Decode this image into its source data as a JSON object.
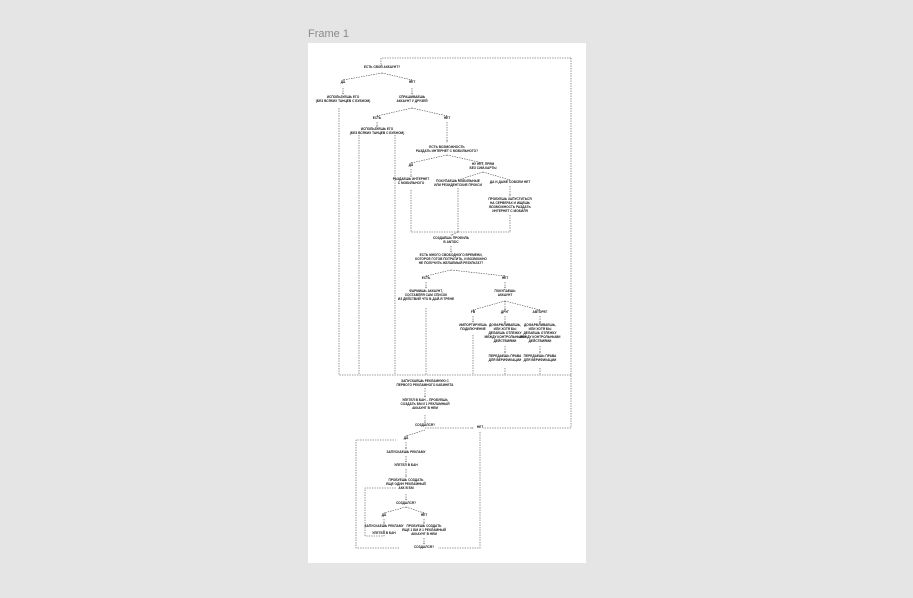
{
  "canvas": {
    "frame_title": "Frame 1"
  },
  "nodes": [
    {
      "id": "q_own",
      "lines": [
        "ЕСТЬ СВОЙ АККАУНТ?"
      ]
    },
    {
      "id": "yes_1",
      "lines": [
        "ДА"
      ]
    },
    {
      "id": "no_1",
      "lines": [
        "НЕТ"
      ]
    },
    {
      "id": "use_it_1",
      "lines": [
        "ИСПОЛЬЗУЕШЬ ЕГО",
        "(БЕЗ ВСЯКИХ ТАНЦЕВ С БУБНОМ)"
      ]
    },
    {
      "id": "ask_friend",
      "lines": [
        "СПРАШИВАЕШЬ",
        "АККАУНТ У ДРУЗЕЙ"
      ]
    },
    {
      "id": "have_1",
      "lines": [
        "ЕСТЬ"
      ]
    },
    {
      "id": "no_2",
      "lines": [
        "НЕТ"
      ]
    },
    {
      "id": "use_it_2",
      "lines": [
        "ИСПОЛЬЗУЕШЬ ЕГО",
        "(БЕЗ ВСЯКИХ ТАНЦЕВ С БУБНОМ)"
      ]
    },
    {
      "id": "q_share",
      "lines": [
        "ЕСТЬ ВОЗМОЖНОСТЬ",
        "РАЗДАТЬ ИНТЕРНЕТ С МОБИЛЬНОГО?"
      ]
    },
    {
      "id": "yes_2",
      "lines": [
        "ДА"
      ]
    },
    {
      "id": "no_sim",
      "lines": [
        "НУ НЕТ, ПРЯМ",
        "БЕЗ СИМ-КАРТЫ"
      ]
    },
    {
      "id": "share_net",
      "lines": [
        "РАЗДАЕШЬ ИНТЕРНЕТ",
        "С МОБИЛЬНОГО"
      ]
    },
    {
      "id": "buy_proxy",
      "lines": [
        "ПОКУПАЕШЬ МОБИЛЬНЫЕ",
        "ИЛИ РЕЗИДЕНТСКИЕ ПРОКСИ"
      ]
    },
    {
      "id": "yes_no",
      "lines": [
        "ДА И ДАЖЕ СОВСЕМ НЕТ"
      ]
    },
    {
      "id": "try_server",
      "lines": [
        "ПРОБУЕШЬ ЗАПУСТИТЬСЯ",
        "НА СЕРВЕРАХ И ИЩЕШЬ",
        "ВОЗМОЖНОСТЬ РАЗДАТЬ",
        "ИНТЕРНЕТ С МОБИЛЯ"
      ]
    },
    {
      "id": "create_profile",
      "lines": [
        "СОЗДАЕШЬ ПРОФИЛЬ",
        "В ANTIDC"
      ]
    },
    {
      "id": "q_time",
      "lines": [
        "ЕСТЬ МНОГО СВОБОДНОГО ВРЕМЕНИ,",
        "КОТОРОЕ ГОТОВ ПОТРАТИТЬ, И ВОЗМОЖНО",
        "НЕ ПОЛУЧИТЬ ЖЕЛАЕМЫЙ РЕЗУЛЬТАТ?"
      ]
    },
    {
      "id": "have_2",
      "lines": [
        "ЕСТЬ"
      ]
    },
    {
      "id": "no_3",
      "lines": [
        "НЕТ"
      ]
    },
    {
      "id": "farm",
      "lines": [
        "ФАРМИШЬ АККАУНТ,",
        "СОСТАВЛЯЯ САМ СПИСОК",
        "ИЗ ДЕЙСТВИЙ ЧТО В ДАЙ-Я ТРЕНЕ"
      ]
    },
    {
      "id": "buy_acc",
      "lines": [
        "ПОКУПАЕШЬ",
        "АККАУНТ"
      ]
    },
    {
      "id": "q_fb",
      "lines": [
        "FB"
      ]
    },
    {
      "id": "q_other",
      "lines": [
        "ДРУГ"
      ]
    },
    {
      "id": "q_autoreg",
      "lines": [
        "АВТОРЕГ"
      ]
    },
    {
      "id": "import_fb",
      "lines": [
        "ИМПОРТИРУЕШЬ",
        "ПОДКЛЮЧЕНИЕ"
      ]
    },
    {
      "id": "do_other",
      "lines": [
        "ДОФАРМЛИВАЕШЬ,",
        "ИЛИ ХОТЯ БЫ",
        "ДЕЛАЕШЬ ОТЛЕЖКУ",
        "МЕЖДУ КОНТРОЛЬНЫМИ",
        "ДЕЙСТВИЯМИ"
      ]
    },
    {
      "id": "do_autoreg",
      "lines": [
        "ДОФАРМЛИВАЕШЬ,",
        "ИЛИ ХОТЯ БЫ",
        "ДЕЛАЕШЬ ОТЛЕЖКУ",
        "МЕЖДУ КОНТРОЛЬНЫМИ",
        "ДЕЙСТВИЯМИ"
      ]
    },
    {
      "id": "mail_other",
      "lines": [
        "ПЕРЕДАЕШЬ ПРАВА",
        "ДЛЯ ВЕРИФИКАЦИИ"
      ]
    },
    {
      "id": "mail_autoreg",
      "lines": [
        "ПЕРЕДАЕШЬ ПРАВА",
        "ДЛЯ ВЕРИФИКАЦИИ"
      ]
    },
    {
      "id": "launch",
      "lines": [
        "ЗАПУСКАЕШЬ РЕКЛАМНУЮ С",
        "ПЕРВОГО РЕКЛАМНОГО КАБИНЕТА"
      ]
    },
    {
      "id": "ban_try",
      "lines": [
        "УЛЕТЕЛ В БАН – ПРОБУЕШЬ",
        "СОЗДАТЬ БМ И 1 РЕКЛАМНЫЙ",
        "АККАУНТ В НЕМ"
      ]
    },
    {
      "id": "q_created_1",
      "lines": [
        "СОЗДАЛСЯ?"
      ]
    },
    {
      "id": "no_4",
      "lines": [
        "НЕТ"
      ]
    },
    {
      "id": "yes_3",
      "lines": [
        "ДА"
      ]
    },
    {
      "id": "launch_ad",
      "lines": [
        "ЗАПУСКАЕШЬ РЕКЛАМУ"
      ]
    },
    {
      "id": "ban_1",
      "lines": [
        "УЛЕТЕЛ В БАН"
      ]
    },
    {
      "id": "try_one_more",
      "lines": [
        "ПРОБУЕШЬ СОЗДАТЬ",
        "ЕЩЕ ОДИН РЕКЛАМНЫЙ",
        "АКК В БМ"
      ]
    },
    {
      "id": "q_created_2",
      "lines": [
        "СОЗДАЛСЯ?"
      ]
    },
    {
      "id": "yes_4",
      "lines": [
        "ДА"
      ]
    },
    {
      "id": "no_5",
      "lines": [
        "НЕТ"
      ]
    },
    {
      "id": "launch_ad_2",
      "lines": [
        "ЗАПУСКАЕШЬ РЕКЛАМУ"
      ]
    },
    {
      "id": "try_again",
      "lines": [
        "ПРОБУЕШЬ СОЗДАТЬ",
        "ЕЩЕ 1 БМ И 1 РЕКЛАМНЫЙ",
        "АККАУНТ В НЕМ"
      ]
    },
    {
      "id": "ban_2",
      "lines": [
        "УЛЕТЕЛ В БАН"
      ]
    },
    {
      "id": "q_created_3",
      "lines": [
        "СОЗДАЛСЯ?"
      ]
    }
  ]
}
